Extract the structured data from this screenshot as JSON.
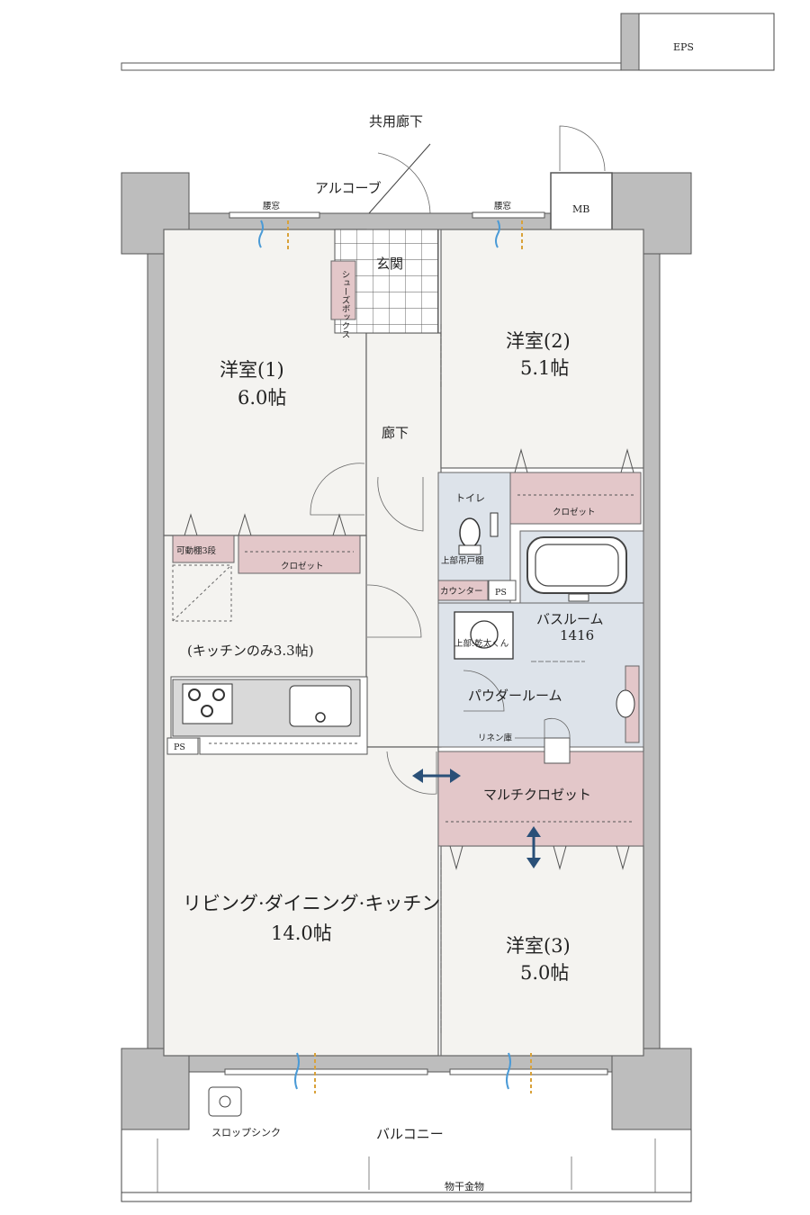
{
  "labels": {
    "eps": "EPS",
    "mb": "MB",
    "corridor": "共用廊下",
    "alcove": "アルコーブ",
    "waist_window": "腰窓",
    "entrance": "玄関",
    "shoe_box": "シューズボックス",
    "hallway": "廊下",
    "room1_name": "洋室(1)",
    "room1_size": "6.0帖",
    "room2_name": "洋室(2)",
    "room2_size": "5.1帖",
    "room3_name": "洋室(3)",
    "room3_size": "5.0帖",
    "toilet": "トイレ",
    "upper_shelf": "上部吊戸棚",
    "counter": "カウンター",
    "ps": "PS",
    "closet": "クロゼット",
    "movable_shelf": "可動棚3段",
    "bathroom": "バスルーム",
    "bathroom_size": "1416",
    "dryer": "上部:乾太くん",
    "powder_room": "パウダールーム",
    "linen": "リネン庫",
    "kitchen_note": "(キッチンのみ3.3帖)",
    "multi_closet": "マルチクロゼット",
    "ldk_name": "リビング·ダイニング·キッチン",
    "ldk_size": "14.0帖",
    "balcony": "バルコニー",
    "slop_sink": "スロップシンク",
    "drying_rack": "物干金物"
  },
  "colors": {
    "floor": "#f4f3f0",
    "wet_area": "#dde3ea",
    "storage": "#e3c7c9",
    "wall": "#bdbdbd",
    "arrow": "#2a5078",
    "window_airflow": "#4a9ad6"
  }
}
